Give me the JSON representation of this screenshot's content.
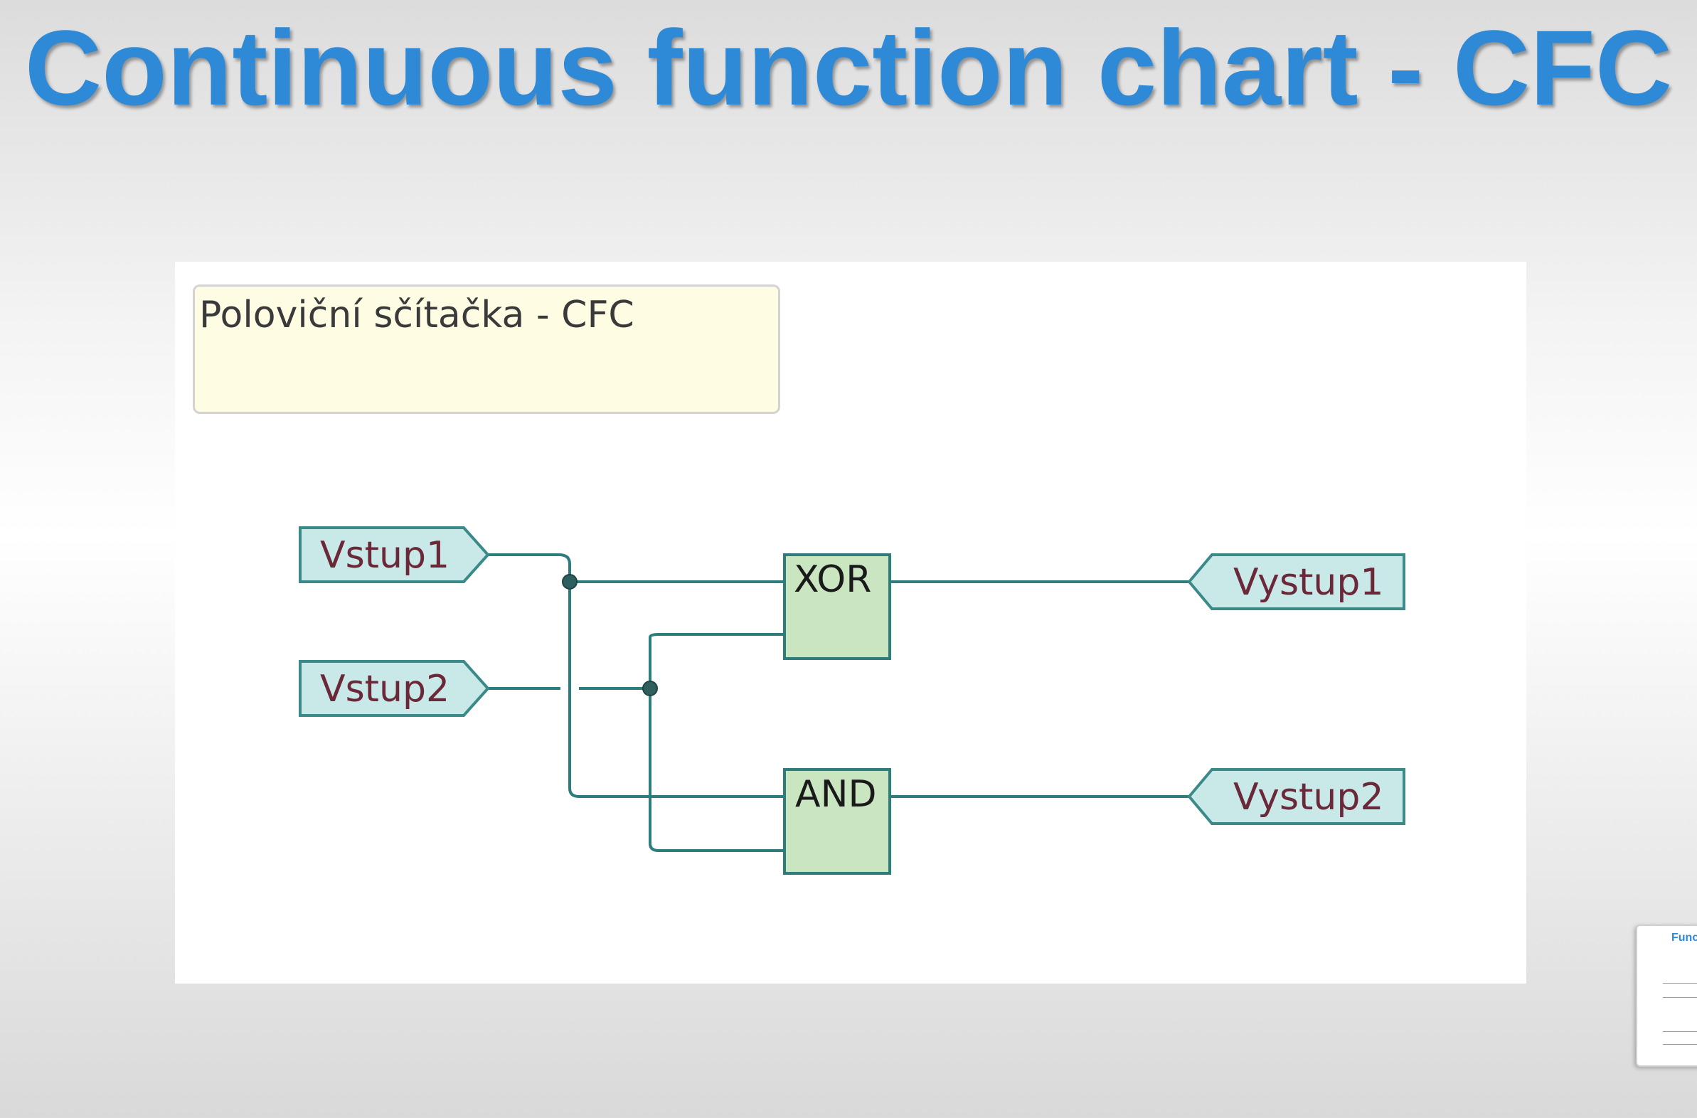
{
  "slide": {
    "title": "Continuous function chart - CFC"
  },
  "diagram": {
    "comment": "Poloviční sčítačka - CFC",
    "inputs": [
      {
        "id": "in1",
        "label": "Vstup1"
      },
      {
        "id": "in2",
        "label": "Vstup2"
      }
    ],
    "gates": [
      {
        "id": "xor",
        "label": "XOR"
      },
      {
        "id": "and",
        "label": "AND"
      }
    ],
    "outputs": [
      {
        "id": "out1",
        "label": "Vystup1"
      },
      {
        "id": "out2",
        "label": "Vystup2"
      }
    ],
    "connections": [
      {
        "from": "Vstup1",
        "to": "XOR"
      },
      {
        "from": "Vstup1",
        "to": "AND"
      },
      {
        "from": "Vstup2",
        "to": "XOR"
      },
      {
        "from": "Vstup2",
        "to": "AND"
      },
      {
        "from": "XOR",
        "to": "Vystup1"
      },
      {
        "from": "AND",
        "to": "Vystup2"
      }
    ],
    "colors": {
      "wire": "#2e7d7d",
      "io_fill": "#c9e8e8",
      "io_stroke": "#3a8a8a",
      "gate_fill": "#c9e6c0",
      "gate_stroke": "#2e7d7d",
      "comment_fill": "#fefce2",
      "title": "#2e8ad6"
    }
  },
  "thumbnail": {
    "title": "Func"
  }
}
